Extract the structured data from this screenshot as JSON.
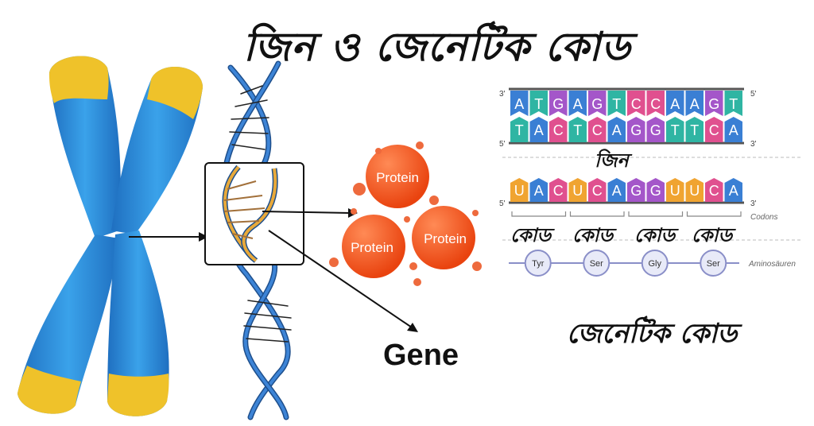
{
  "title": "জিন ও জেনেটিক কোড",
  "protein_label": "Protein",
  "gene_label": "Gene",
  "dna": {
    "top_bases": [
      "A",
      "T",
      "G",
      "A",
      "G",
      "T",
      "C",
      "C",
      "A",
      "A",
      "G",
      "T"
    ],
    "bottom_bases": [
      "T",
      "A",
      "C",
      "T",
      "C",
      "A",
      "G",
      "G",
      "T",
      "T",
      "C",
      "A"
    ],
    "end_top_left": "3'",
    "end_top_right": "5'",
    "end_bottom_left": "5'",
    "end_bottom_right": "3'",
    "caption": "জিন"
  },
  "mrna": {
    "bases": [
      "U",
      "A",
      "C",
      "U",
      "C",
      "A",
      "G",
      "G",
      "U",
      "U",
      "C",
      "A"
    ],
    "end_left": "5'",
    "end_right": "3'"
  },
  "codons_label": "Codons",
  "codon_word": "কোড",
  "codon_captions": [
    "কোড",
    "কোড",
    "কোড",
    "কোড"
  ],
  "amino_acids": [
    "Tyr",
    "Ser",
    "Gly",
    "Ser"
  ],
  "aminos_label": "Aminosäuren",
  "genetic_code_label": "জেনেটিক কোড",
  "colors": {
    "A": "#3a7fd4",
    "T": "#2fb5a3",
    "G": "#a456c9",
    "C": "#e0508f",
    "U": "#f0a431",
    "chromosome_blue": "#2b8fdc",
    "chromosome_yellow": "#efc22a",
    "protein": "#f0521e"
  }
}
